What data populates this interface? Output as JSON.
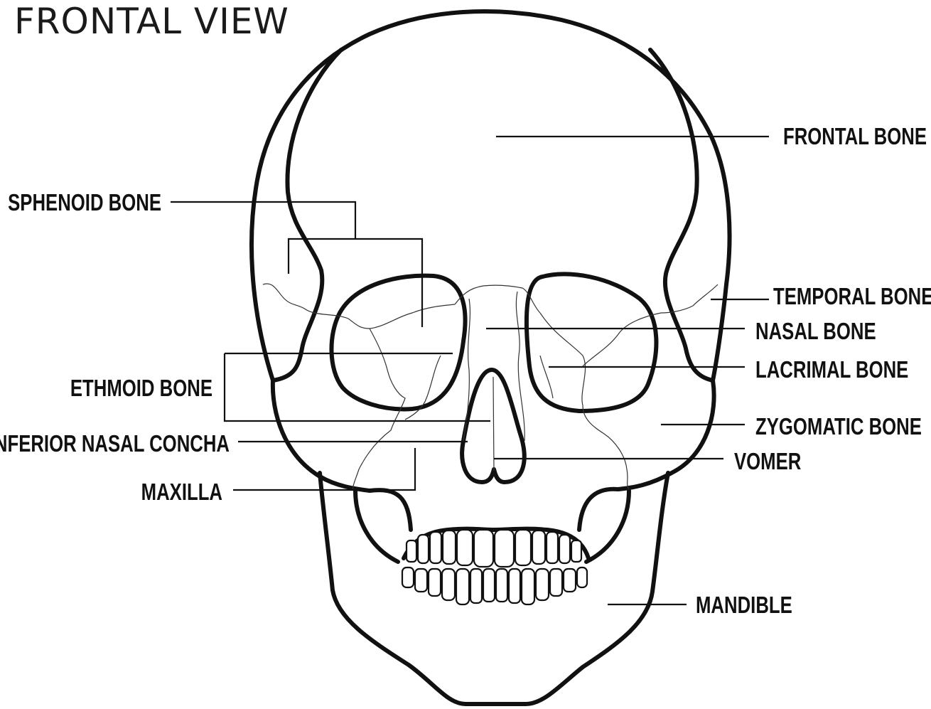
{
  "title": "FRONTAL VIEW",
  "labels": {
    "frontal_bone": "FRONTAL BONE",
    "sphenoid_bone": "SPHENOID BONE",
    "temporal_bone": "TEMPORAL BONE",
    "nasal_bone": "NASAL BONE",
    "lacrimal_bone": "LACRIMAL BONE",
    "ethmoid_bone": "ETHMOID BONE",
    "zygomatic_bone": "ZYGOMATIC BONE",
    "inferior_nasal_concha": "INFERIOR NASAL CONCHA",
    "vomer": "VOMER",
    "maxilla": "MAXILLA",
    "mandible": "MANDIBLE"
  },
  "colors": {
    "line": "#111111",
    "background": "#ffffff"
  }
}
